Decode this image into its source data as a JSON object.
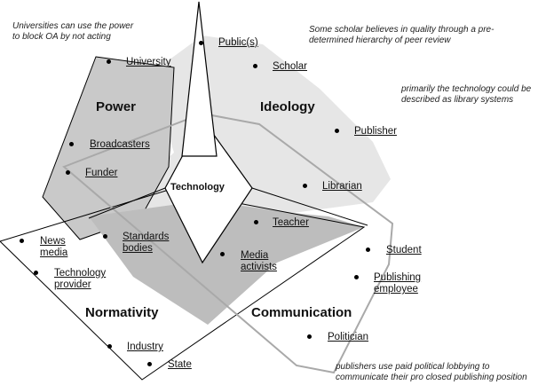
{
  "center_label": "Technology",
  "regions": {
    "power": "Power",
    "ideology": "Ideology",
    "normativity": "Normativity",
    "communication": "Communication"
  },
  "notes": {
    "top_left": [
      "Universities can use the power",
      "to block OA by not acting"
    ],
    "top_right": [
      "Some scholar believes in quality through a pre-",
      "determined hierarchy of peer review"
    ],
    "right": [
      "primarily the technology could be",
      "described as library systems"
    ],
    "bottom_right": [
      "publishers use paid political lobbying to",
      "communicate their pro closed publishing position"
    ]
  },
  "actors": {
    "publics": "Public(s)",
    "university": "University",
    "scholar": "Scholar",
    "publisher": "Publisher",
    "broadcasters": "Broadcasters",
    "funder": "Funder",
    "librarian": "Librarian",
    "teacher": "Teacher",
    "news_media": [
      "News",
      "media"
    ],
    "standards_bodies": [
      "Standards",
      "bodies"
    ],
    "technology_provider": [
      "Technology",
      "provider"
    ],
    "media_activists": [
      "Media",
      "activists"
    ],
    "student": "Student",
    "publishing_employee": [
      "Publishing",
      "employee"
    ],
    "politician": "Politician",
    "industry": "Industry",
    "state": "State"
  },
  "colors": {
    "power_fill": "#cccccc",
    "ideology_fill": "#e6e6e6",
    "normativity_fill": "#bdbdbd",
    "communication_stroke": "#a9a9a9",
    "line": "#000000"
  }
}
